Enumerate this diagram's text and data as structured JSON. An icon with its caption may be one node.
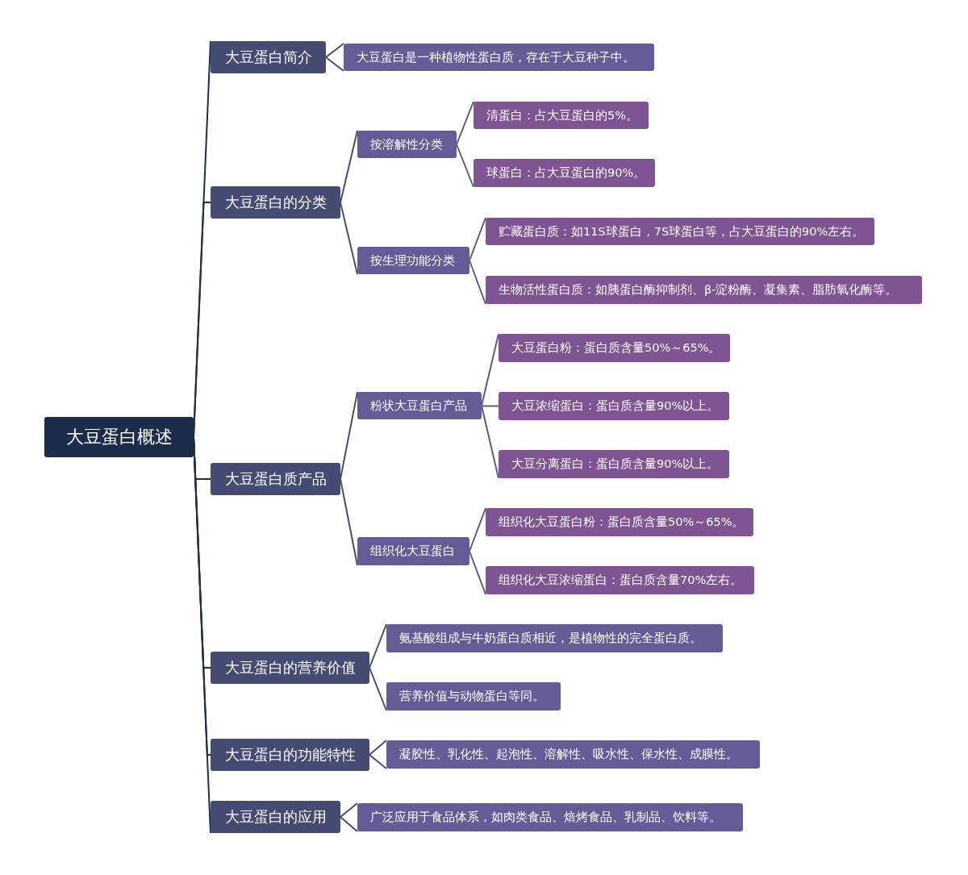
{
  "diagram": {
    "nodes": [
      {
        "text": [
          "大豆蛋白概述"
        ]
      },
      {
        "text": [
          "大豆蛋白简介"
        ]
      },
      {
        "text": [
          "大豆蛋白是一种植物性蛋白质，存在于大豆种子中。"
        ]
      },
      {
        "text": [
          "大豆蛋白的分类"
        ]
      },
      {
        "text": [
          "按溶解性分类"
        ]
      },
      {
        "text": [
          "清蛋白：占大豆蛋白的5%。"
        ]
      },
      {
        "text": [
          "球蛋白：占大豆蛋白的90%。"
        ]
      },
      {
        "text": [
          "按生理功能分类"
        ]
      },
      {
        "text": [
          "贮藏蛋白质：如11S球蛋白，7S球蛋白等，占大豆蛋白的90%左右。"
        ]
      },
      {
        "text": [
          "生物活性蛋白质：如胰蛋白酶抑制剂、β-淀粉酶、凝集素、脂肪氧化酶等。"
        ]
      },
      {
        "text": [
          "大豆蛋白质产品"
        ]
      },
      {
        "text": [
          "粉状大豆蛋白产品"
        ]
      },
      {
        "text": [
          "大豆蛋白粉：蛋白质含量50%～65%。"
        ]
      },
      {
        "text": [
          "大豆浓缩蛋白：蛋白质含量90%以上。"
        ]
      },
      {
        "text": [
          "大豆分离蛋白：蛋白质含量90%以上。"
        ]
      },
      {
        "text": [
          "组织化大豆蛋白"
        ]
      },
      {
        "text": [
          "组织化大豆蛋白粉：蛋白质含量50%～65%。"
        ]
      },
      {
        "text": [
          "组织化大豆浓缩蛋白：蛋白质含量70%左右。"
        ]
      },
      {
        "text": [
          "大豆蛋白的营养价值"
        ]
      },
      {
        "text": [
          "氨基酸组成与牛奶蛋白质相近，是植物性的完全蛋白质。"
        ]
      },
      {
        "text": [
          "营养价值与动物蛋白等同。"
        ]
      },
      {
        "text": [
          "大豆蛋白的功能特性"
        ]
      },
      {
        "text": [
          "凝胶性、乳化性、起泡性、溶解性、吸水性、保水性、成膜性。"
        ]
      },
      {
        "text": [
          "大豆蛋白的应用"
        ]
      },
      {
        "text": [
          "广泛应用于食品体系，如肉类食品、焙烤食品、乳制品、饮料等。"
        ]
      }
    ],
    "edges": [
      {
        "from": 0,
        "to": 1,
        "arrow": "none",
        "color": "#1c2e4a"
      },
      {
        "from": 0,
        "to": 3,
        "arrow": "none",
        "color": "#1c2e4a"
      },
      {
        "from": 0,
        "to": 10,
        "arrow": "none",
        "color": "#1c2e4a"
      },
      {
        "from": 0,
        "to": 18,
        "arrow": "none",
        "color": "#1c2e4a"
      },
      {
        "from": 0,
        "to": 21,
        "arrow": "none",
        "color": "#1c2e4a"
      },
      {
        "from": 0,
        "to": 23,
        "arrow": "none",
        "color": "#1c2e4a"
      },
      {
        "from": 1,
        "to": 2,
        "arrow": "none"
      },
      {
        "from": 3,
        "to": 4,
        "arrow": "none"
      },
      {
        "from": 3,
        "to": 7,
        "arrow": "none"
      },
      {
        "from": 4,
        "to": 5,
        "arrow": "none",
        "color": "#5f5892"
      },
      {
        "from": 4,
        "to": 6,
        "arrow": "none",
        "color": "#5f5892"
      },
      {
        "from": 7,
        "to": 8,
        "arrow": "none",
        "color": "#5f5892"
      },
      {
        "from": 7,
        "to": 9,
        "arrow": "none",
        "color": "#5f5892"
      },
      {
        "from": 10,
        "to": 11,
        "arrow": "none"
      },
      {
        "from": 10,
        "to": 15,
        "arrow": "none"
      },
      {
        "from": 11,
        "to": 12,
        "arrow": "none",
        "color": "#5f5892"
      },
      {
        "from": 11,
        "to": 13,
        "arrow": "none",
        "color": "#5f5892"
      },
      {
        "from": 11,
        "to": 14,
        "arrow": "none",
        "color": "#5f5892"
      },
      {
        "from": 15,
        "to": 16,
        "arrow": "none",
        "color": "#5f5892"
      },
      {
        "from": 15,
        "to": 17,
        "arrow": "none",
        "color": "#5f5892"
      },
      {
        "from": 18,
        "to": 19,
        "arrow": "none"
      },
      {
        "from": 18,
        "to": 20,
        "arrow": "none"
      },
      {
        "from": 21,
        "to": 22,
        "arrow": "none"
      },
      {
        "from": 23,
        "to": 24,
        "arrow": "none"
      }
    ]
  }
}
